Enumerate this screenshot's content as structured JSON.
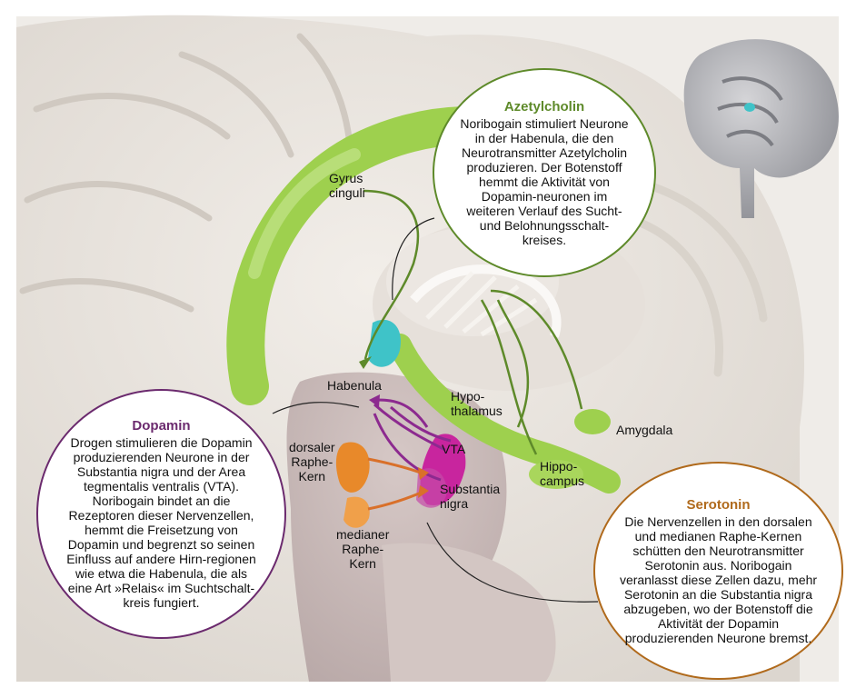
{
  "labels": {
    "gyrus_cinguli": "Gyrus\ncinguli",
    "habenula": "Habenula",
    "hypothalamus": "Hypo-\nthalamus",
    "amygdala": "Amygdala",
    "vta": "VTA",
    "substantia_nigra": "Substantia\nnigra",
    "hippocampus": "Hippo-\ncampus",
    "dorsal_raphe": "dorsaler\nRaphe-\nKern",
    "median_raphe": "medianer\nRaphe-\nKern"
  },
  "boxes": {
    "acetylcholine": {
      "title": "Azetylcholin",
      "text": "Noribogain stimuliert Neurone in der Habenula, die den Neurotransmitter Azetylcholin produzieren. Der Botenstoff hemmt die Aktivität von Dopamin-neuronen im weiteren Verlauf des Sucht- und Belohnungsschalt-kreises."
    },
    "dopamine": {
      "title": "Dopamin",
      "text": "Drogen stimulieren die Dopamin produzierenden Neurone in der Substantia nigra und der Area tegmentalis ventralis (VTA). Noribogain bindet an die Rezeptoren dieser Nervenzellen, hemmt die Freisetzung von Dopamin und begrenzt so seinen Einfluss auf andere Hirn-regionen wie etwa die Habenula, die als eine Art »Relais« im Suchtschalt-kreis fungiert."
    },
    "serotonin": {
      "title": "Serotonin",
      "text": "Die Nervenzellen in den dorsalen und medianen Raphe-Kernen schütten den Neurotransmitter Serotonin aus. Noribogain veranlasst diese Zellen dazu, mehr Serotonin an die Substantia nigra abzugeben, wo der Botenstoff die Aktivität der Dopamin produzierenden Neurone bremst."
    }
  },
  "colors": {
    "acetylcholine": "#5e8a2a",
    "dopamine": "#6b2a6e",
    "serotonin": "#b06a1c",
    "limbic_green": "#9ed04e",
    "habenula_cyan": "#3fc3c8",
    "vta_magenta": "#c8259e",
    "raphe_orange": "#e8892a"
  }
}
